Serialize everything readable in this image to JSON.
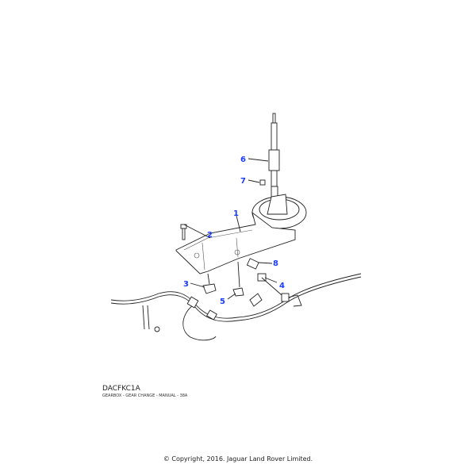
{
  "diagram": {
    "code": "DACFKC1A",
    "description": "GEARBOX - GEAR CHANGE - MANUAL - 38A",
    "callouts": [
      "1",
      "2",
      "3",
      "4",
      "5",
      "6",
      "7",
      "8"
    ],
    "callout_color": "#1a3cff"
  },
  "footer": {
    "copyright": "© Copyright, 2016. Jaguar Land Rover Limited."
  }
}
